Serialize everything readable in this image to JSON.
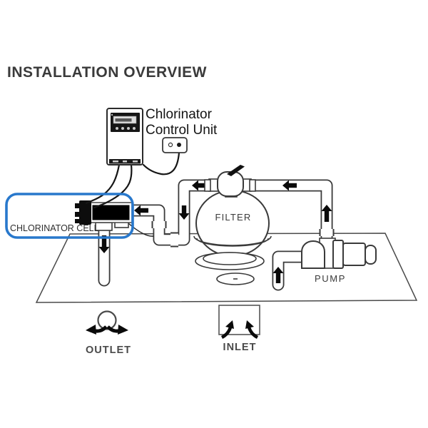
{
  "title": "INSTALLATION OVERVIEW",
  "labels": {
    "control_unit_line1": "Chlorinator",
    "control_unit_line2": "Control Unit",
    "chlorinator_cell": "CHLORINATOR CELL",
    "filter": "FILTER",
    "pump": "PUMP",
    "outlet": "OUTLET",
    "inlet": "INLET"
  },
  "colors": {
    "highlight": "#2878cc",
    "line": "#3a3a3a",
    "arrow": "#0a0a0a",
    "background": "#ffffff"
  }
}
